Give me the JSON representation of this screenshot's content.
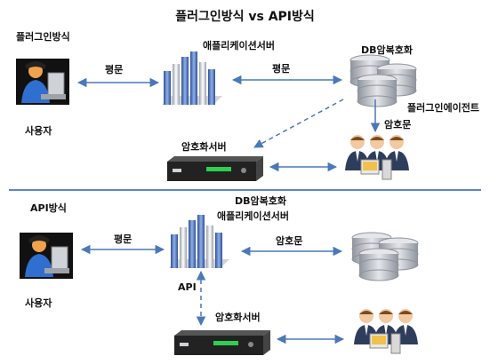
{
  "title": "플러그인방식 vs API방식",
  "plugin_section": {
    "heading": "플러그인방식",
    "user_label": "사용자",
    "app_server_label": "애플리케이션서버",
    "db_label": "DB암복호화",
    "plaintext_label_1": "평문",
    "plaintext_label_2": "평문",
    "agent_label": "플러그인에이전트",
    "ciphertext_label": "암호문",
    "crypto_server_label": "암호화서버"
  },
  "api_section": {
    "heading": "API방식",
    "db_label": "DB암복호화",
    "app_server_label": "애플리케이션서버",
    "plaintext_label": "평문",
    "ciphertext_label": "암호문",
    "api_label": "API",
    "crypto_server_label": "암호화서버",
    "user_label": "사용자"
  },
  "colors": {
    "arrow": "#4a78b8",
    "divider": "#5b86c6",
    "server_blue": "#5b7fc4",
    "db_gray": "#b8bcc4",
    "appliance": "#2a2a2a"
  }
}
